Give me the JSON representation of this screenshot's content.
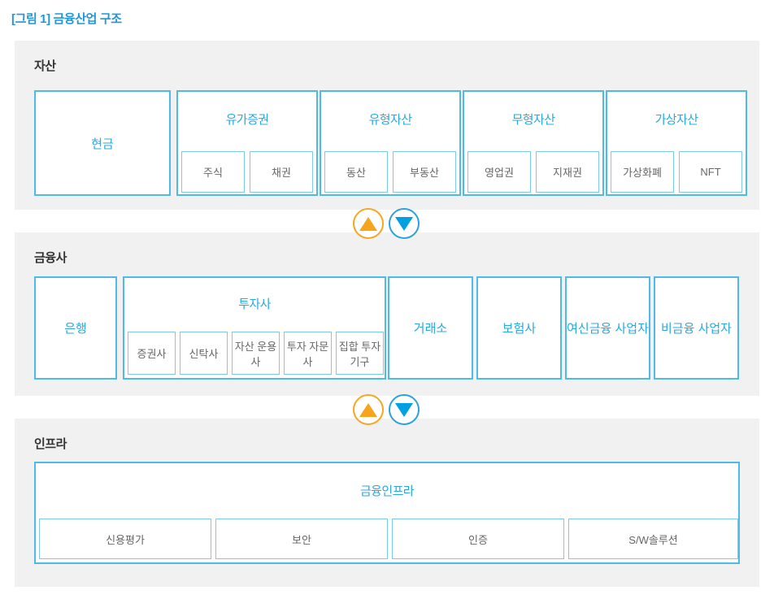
{
  "figure": {
    "title": "[그림 1] 금융산업 구조",
    "accent_blue": "#29a8e0",
    "border_blue": "#4fb9e8",
    "panel_gray": "#f1f1f1",
    "sub_label_gray": "#666666",
    "arrow_up_color": "#f7a41c",
    "arrow_down_color": "#00a0e2"
  },
  "sections": {
    "assets": {
      "title": "자산",
      "groups": [
        {
          "label": "현금",
          "children": []
        },
        {
          "label": "유가증권",
          "children": [
            "주식",
            "채권"
          ]
        },
        {
          "label": "유형자산",
          "children": [
            "동산",
            "부동산"
          ]
        },
        {
          "label": "무형자산",
          "children": [
            "영업권",
            "지재권"
          ]
        },
        {
          "label": "가상자산",
          "children": [
            "가상화폐",
            "NFT"
          ]
        }
      ]
    },
    "firms": {
      "title": "금융사",
      "groups": [
        {
          "label": "은행",
          "children": []
        },
        {
          "label": "투자사",
          "children": [
            "증권사",
            "신탁사",
            "자산\n운용사",
            "투자\n자문사",
            "집합\n투자기구"
          ]
        },
        {
          "label": "거래소",
          "children": []
        },
        {
          "label": "보험사",
          "children": []
        },
        {
          "label": "여신금융\n사업자",
          "children": []
        },
        {
          "label": "비금융\n사업자",
          "children": []
        }
      ]
    },
    "infra": {
      "title": "인프라",
      "groups": [
        {
          "label": "금융인프라",
          "children": [
            "신용평가",
            "보안",
            "인증",
            "S/W솔루션"
          ]
        }
      ]
    }
  },
  "connectors": [
    {
      "up_icon": "triangle-up-icon",
      "down_icon": "triangle-down-icon"
    },
    {
      "up_icon": "triangle-up-icon",
      "down_icon": "triangle-down-icon"
    }
  ]
}
